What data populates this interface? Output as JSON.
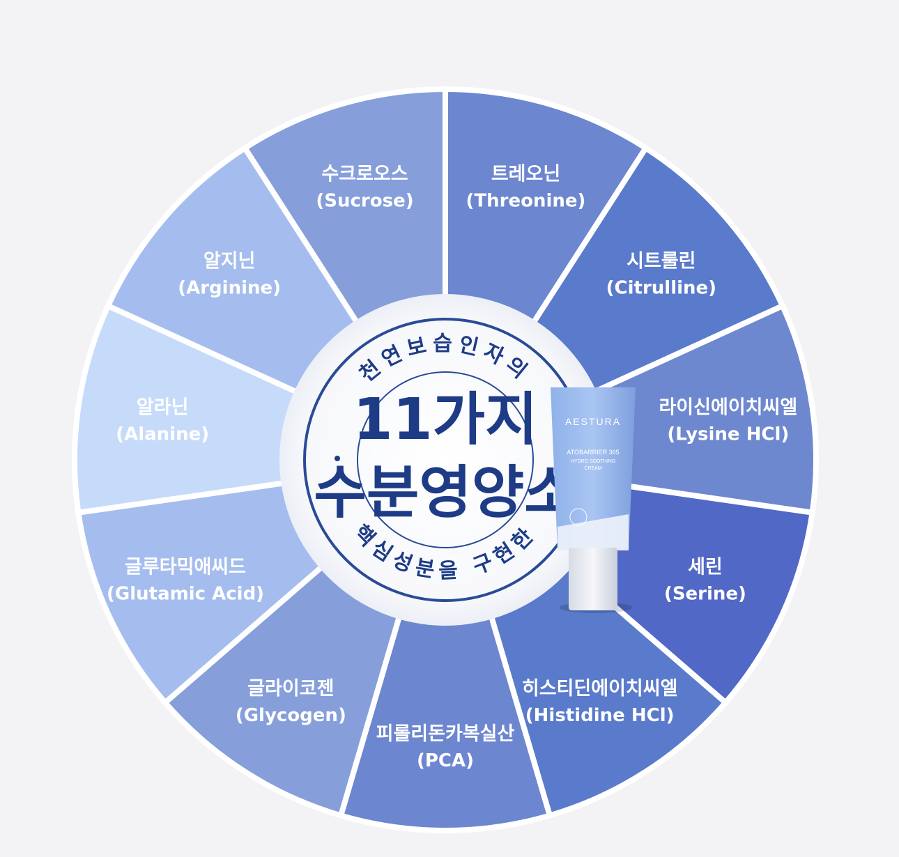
{
  "center": {
    "arc_top": "천연보습인자의",
    "big_line1": "11가지",
    "big_line2": "수분영양소",
    "arc_bottom": "핵심성분을 구현한"
  },
  "product": {
    "brand": "AESTURA",
    "name": "ATOBARRIER 365",
    "sub1": "HYDRO SOOTHING",
    "sub2": "CREAM"
  },
  "segments": [
    {
      "ko": "트레오닌",
      "en": "(Threonine)",
      "color": "#6c86cf"
    },
    {
      "ko": "시트룰린",
      "en": "(Citrulline)",
      "color": "#5a7bcb"
    },
    {
      "ko": "라이신에이치씨엘",
      "en": "(Lysine HCl)",
      "color": "#6e88d0"
    },
    {
      "ko": "세린",
      "en": "(Serine)",
      "color": "#5268c6"
    },
    {
      "ko": "히스티딘에이치씨엘",
      "en": "(Histidine HCl)",
      "color": "#5a7bcb"
    },
    {
      "ko": "피롤리돈카복실산",
      "en": "(PCA)",
      "color": "#6c86cf"
    },
    {
      "ko": "글라이코젠",
      "en": "(Glycogen)",
      "color": "#869fdb"
    },
    {
      "ko": "글루타믹애씨드",
      "en": "(Glutamic Acid)",
      "color": "#a5bdee"
    },
    {
      "ko": "알라닌",
      "en": "(Alanine)",
      "color": "#c6dbfa"
    },
    {
      "ko": "알지닌",
      "en": "(Arginine)",
      "color": "#a5bdee"
    },
    {
      "ko": "수크로오스",
      "en": "(Sucrose)",
      "color": "#869fdb"
    }
  ]
}
